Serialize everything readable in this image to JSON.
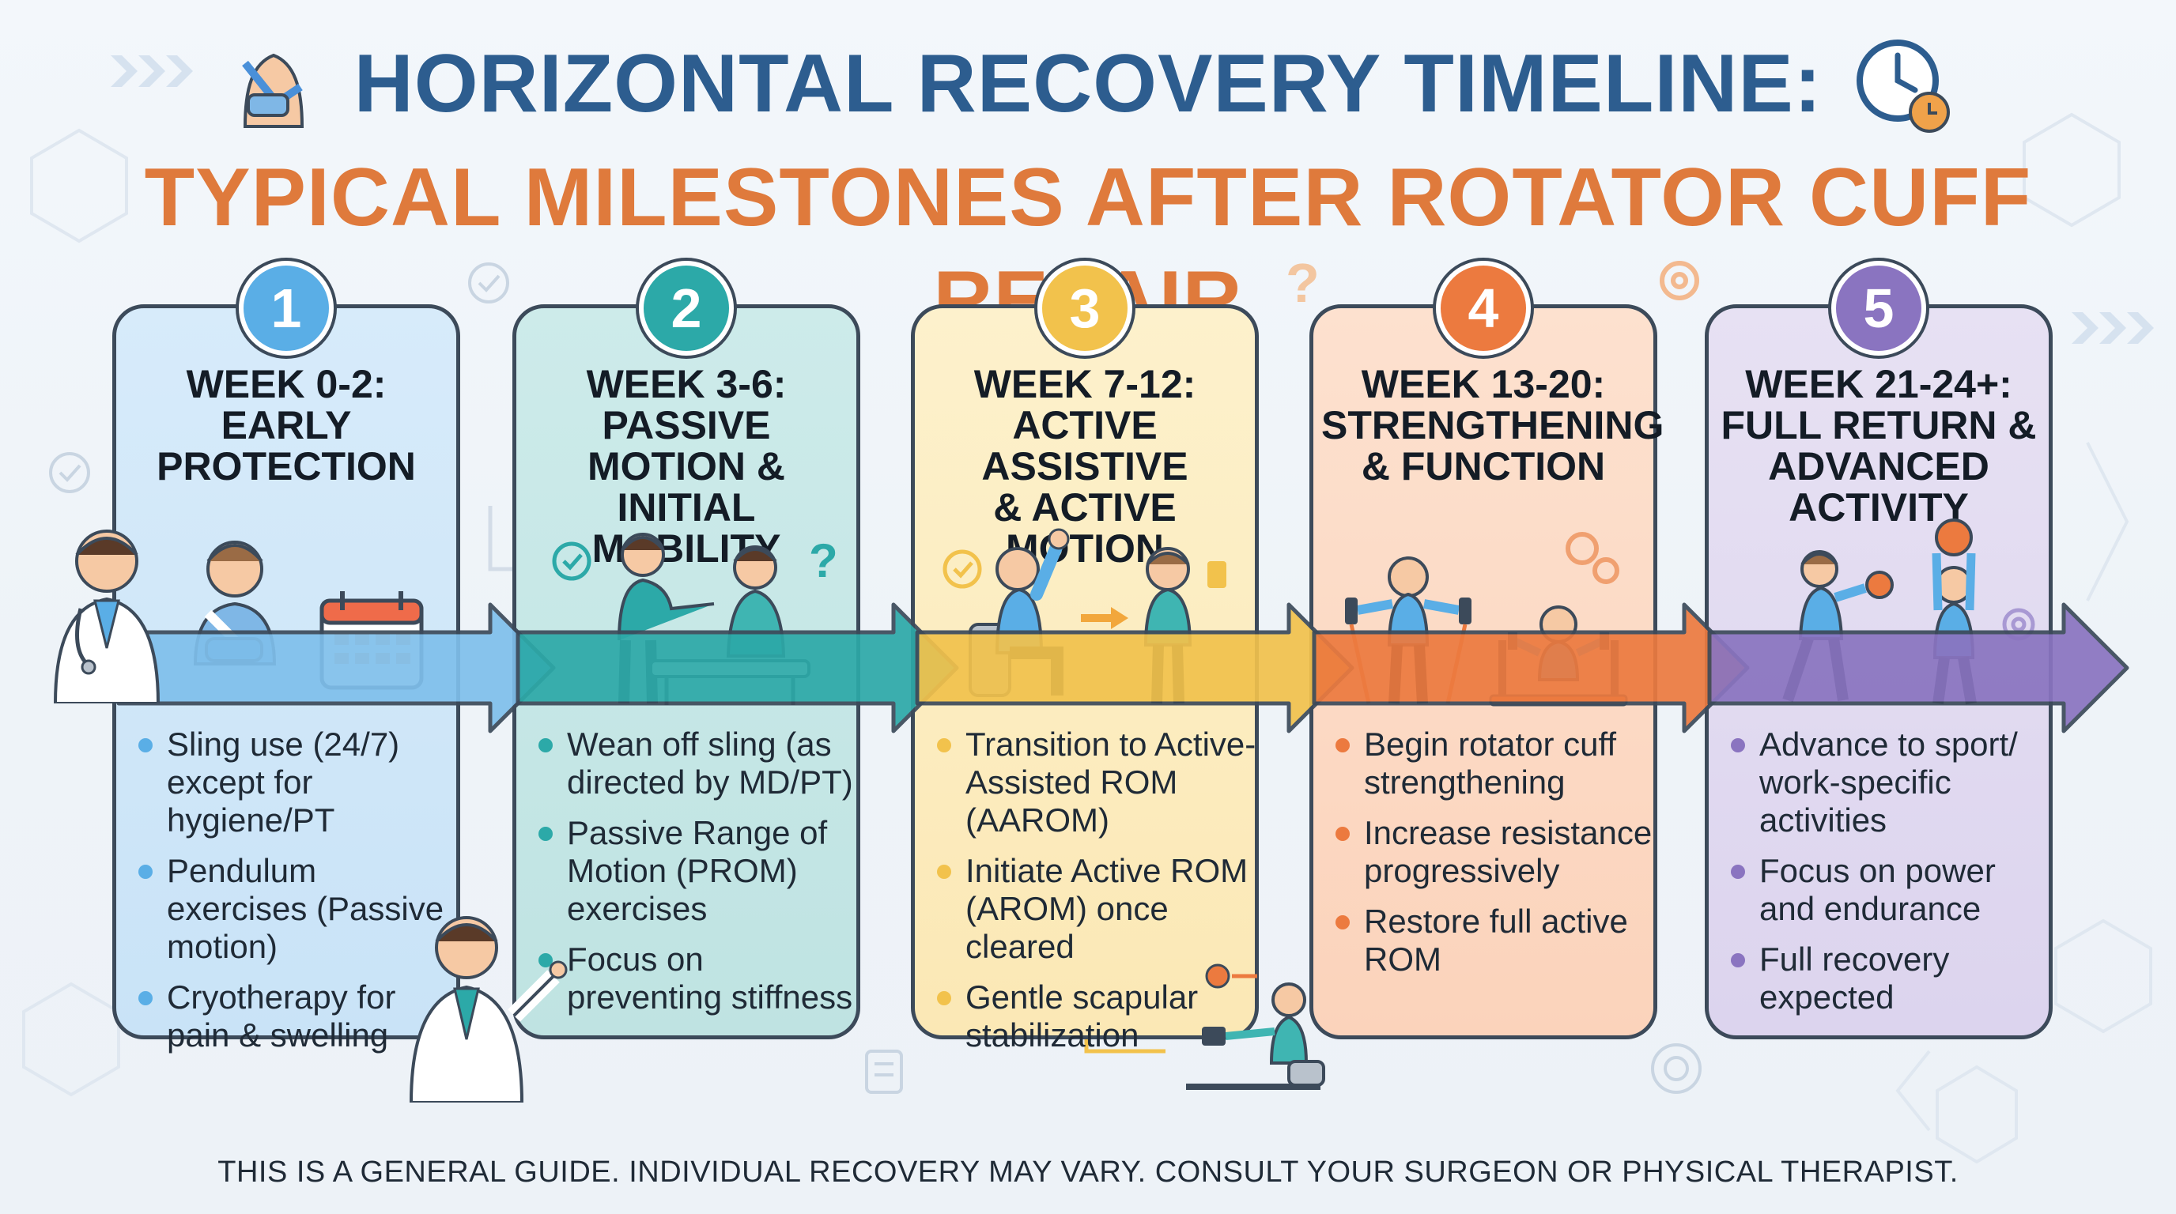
{
  "title": {
    "line1": "HORIZONTAL RECOVERY TIMELINE:",
    "line2": "TYPICAL MILESTONES AFTER ROTATOR CUFF REPAIR"
  },
  "colors": {
    "title_blue": "#2d5d8f",
    "title_orange": "#df7a3c",
    "stage1": "#5aaee6",
    "stage2": "#2ca9a8",
    "stage3": "#f2c24c",
    "stage4": "#ec7a3f",
    "stage5": "#8a74c0"
  },
  "stages": [
    {
      "number": "1",
      "heading": [
        "WEEK 0-2:",
        "EARLY",
        "PROTECTION"
      ],
      "bullets": [
        "Sling use (24/7) except for hygiene/PT",
        "Pendulum exercises (Passive motion)",
        "Cryotherapy for pain & swelling"
      ],
      "icons": [
        "doctor-icon",
        "patient-sling-icon",
        "calendar-icon"
      ]
    },
    {
      "number": "2",
      "heading": [
        "WEEK 3-6:",
        "PASSIVE MOTION &",
        "INITIAL MOBILITY"
      ],
      "bullets": [
        "Wean off sling (as directed by MD/PT)",
        "Passive Range of Motion (PROM) exercises",
        "Focus on preventing stiffness"
      ],
      "icons": [
        "therapist-assisting-icon"
      ]
    },
    {
      "number": "3",
      "heading": [
        "WEEK 7-12:",
        "ACTIVE ASSISTIVE",
        "& ACTIVE MOTION"
      ],
      "bullets": [
        "Transition to Active-Assisted ROM (AAROM)",
        "Initiate Active ROM (AROM) once cleared",
        "Gentle scapular stabilization"
      ],
      "icons": [
        "seated-arm-raise-icon",
        "standing-patient-icon"
      ]
    },
    {
      "number": "4",
      "heading": [
        "WEEK 13-20:",
        "STRENGTHENING",
        "& FUNCTION"
      ],
      "bullets": [
        "Begin rotator cuff strengthening",
        "Increase resistance progressively",
        "Restore full active ROM"
      ],
      "icons": [
        "resistance-band-icon",
        "weight-machine-icon"
      ]
    },
    {
      "number": "5",
      "heading": [
        "WEEK 21-24+:",
        "FULL RETURN &",
        "ADVANCED ACTIVITY"
      ],
      "bullets": [
        "Advance to sport/ work-specific activities",
        "Focus on power and endurance",
        "Full recovery expected"
      ],
      "icons": [
        "ball-throw-icon",
        "overhead-ball-icon"
      ]
    }
  ],
  "footer": "THIS IS A GENERAL GUIDE. INDIVIDUAL RECOVERY MAY VARY. CONSULT YOUR SURGEON OR PHYSICAL THERAPIST."
}
